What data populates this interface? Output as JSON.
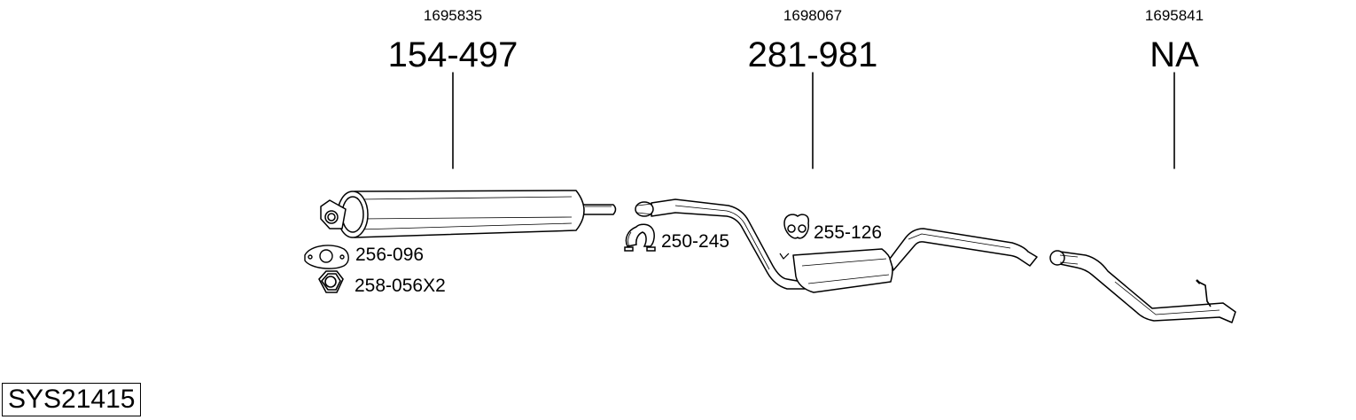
{
  "parts": [
    {
      "oe": "1695835",
      "code": "154-497"
    },
    {
      "oe": "1698067",
      "code": "281-981"
    },
    {
      "oe": "1695841",
      "code": "NA"
    }
  ],
  "accessories": [
    {
      "code": "256-096",
      "icon": "gasket-icon"
    },
    {
      "code": "258-056X2",
      "icon": "hex-nut-icon"
    },
    {
      "code": "250-245",
      "icon": "pipe-clamp-icon"
    },
    {
      "code": "255-126",
      "icon": "rubber-mount-icon"
    }
  ],
  "system_code": "SYS21415"
}
